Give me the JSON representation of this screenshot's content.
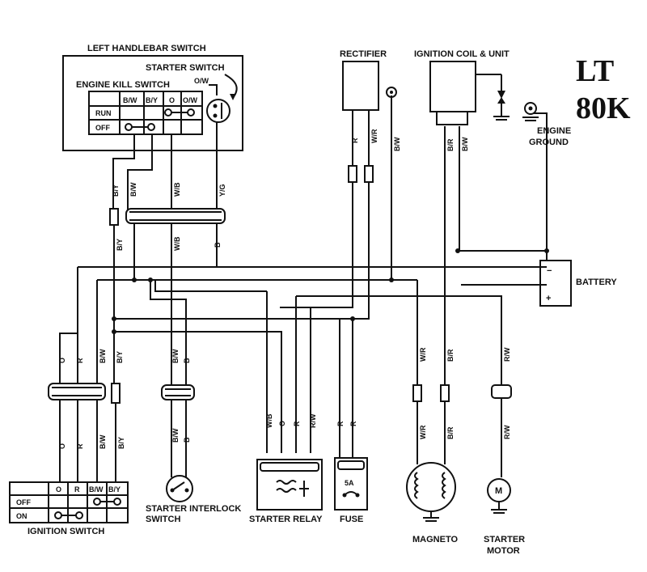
{
  "title": {
    "line1": "LT",
    "line2": "80K"
  },
  "components": {
    "left_handlebar_switch": "LEFT HANDLEBAR SWITCH",
    "starter_switch": "STARTER SWITCH",
    "engine_kill_switch": "ENGINE KILL SWITCH",
    "rectifier": "RECTIFIER",
    "ignition_coil": "IGNITION COIL & UNIT",
    "engine_ground_1": "ENGINE",
    "engine_ground_2": "GROUND",
    "battery": "BATTERY",
    "ignition_switch": "IGNITION SWITCH",
    "interlock_1": "STARTER INTERLOCK",
    "interlock_2": "SWITCH",
    "starter_relay": "STARTER RELAY",
    "fuse": "FUSE",
    "fuse_rating": "5A",
    "magneto": "MAGNETO",
    "starter_motor_1": "STARTER",
    "starter_motor_2": "MOTOR",
    "motor_symbol": "M",
    "battery_neg": "−",
    "battery_pos": "+"
  },
  "kill_switch_table": {
    "headers": [
      "B/W",
      "B/Y",
      "O",
      "O/W"
    ],
    "rows": [
      "RUN",
      "OFF"
    ],
    "starter_label": "O/W"
  },
  "ignition_switch_table": {
    "headers": [
      "O",
      "R",
      "B/W",
      "B/Y"
    ],
    "rows": [
      "OFF",
      "ON"
    ]
  },
  "wire_labels": {
    "by_top": "B/Y",
    "bw_top": "B/W",
    "wb_top": "W/B",
    "yg_top": "Y/G",
    "by_mid": "B/Y",
    "wb_mid": "W/B",
    "b_mid": "B",
    "rect_r": "R",
    "rect_wr": "W/R",
    "rect_bw": "B/W",
    "coil_br": "B/R",
    "coil_bw": "B/W",
    "ig_o": "O",
    "ig_r": "R",
    "ig_bw": "B/W",
    "ig_by": "B/Y",
    "ig_o2": "O",
    "ig_r2": "R",
    "ig_bw2": "B/W",
    "ig_by2": "B/Y",
    "il_bw": "B/W",
    "il_b": "B",
    "il_bw2": "B/W",
    "il_b2": "B",
    "sr_wb": "W/B",
    "sr_o": "O",
    "sr_r": "R",
    "sr_rw": "R/W",
    "fu_r1": "R",
    "fu_r2": "R",
    "mg_wr": "W/R",
    "mg_br": "B/R",
    "mg_wr2": "W/R",
    "mg_br2": "B/R",
    "sm_rw": "R/W",
    "sm_rw2": "R/W"
  }
}
